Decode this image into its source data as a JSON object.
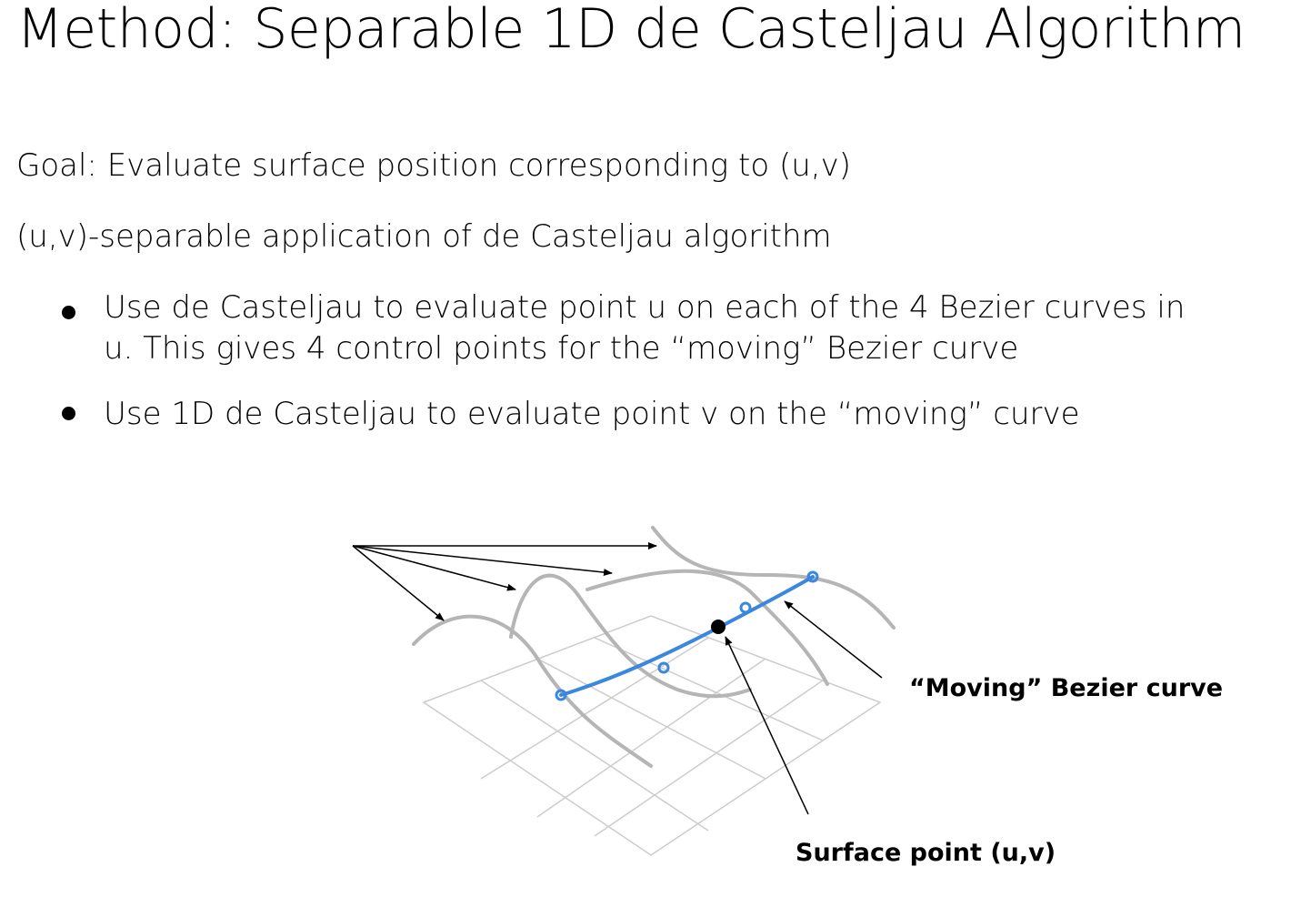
{
  "title": "Method: Separable 1D de Casteljau Algorithm",
  "goal": "Goal: Evaluate surface position corresponding to (u,v)",
  "separable": "(u,v)-separable application of de Casteljau algorithm",
  "bullets": [
    {
      "line1": "Use de Casteljau to evaluate point u on each of the 4 Bezier curves in",
      "line2": "u. This gives 4 control points for the “moving” Bezier curve"
    },
    {
      "line1": "Use 1D de Casteljau to evaluate point v on the “moving” curve"
    }
  ],
  "diagram": {
    "label_moving": "“Moving” Bezier curve",
    "label_point": "Surface point (u,v)",
    "colors": {
      "grid": "#cccccc",
      "curves": "#b5b5b5",
      "moving_curve": "#3a87e0",
      "surface_point": "#000000"
    }
  }
}
